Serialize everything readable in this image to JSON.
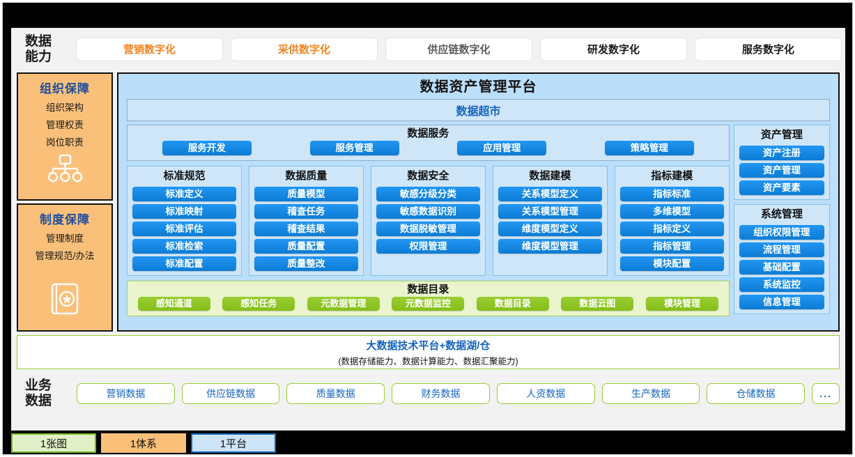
{
  "capability": {
    "title": "数据\n能力",
    "title_line1": "数据",
    "title_line2": "能力",
    "pills": [
      {
        "label": "营销数字化",
        "style": "orange"
      },
      {
        "label": "采供数字化",
        "style": "orange"
      },
      {
        "label": "供应链数字化",
        "style": "gray"
      },
      {
        "label": "研发数字化",
        "style": "dark"
      },
      {
        "label": "服务数字化",
        "style": "dark"
      }
    ]
  },
  "guarantees": [
    {
      "title": "组织保障",
      "items": [
        "组织架构",
        "管理权责",
        "岗位职责"
      ],
      "icon": "org-chart-icon"
    },
    {
      "title": "制度保障",
      "items": [
        "管理制度",
        "管理规范/办法"
      ],
      "icon": "policy-badge-icon"
    }
  ],
  "platform": {
    "title": "数据资产管理平台",
    "supermarket": "数据超市",
    "service": {
      "title": "数据服务",
      "buttons": [
        "服务开发",
        "服务管理",
        "应用管理",
        "策略管理"
      ]
    },
    "columns": [
      {
        "title": "标准规范",
        "items": [
          "标准定义",
          "标准映射",
          "标准评估",
          "标准检索",
          "标准配置"
        ]
      },
      {
        "title": "数据质量",
        "items": [
          "质量模型",
          "稽查任务",
          "稽查结果",
          "质量配置",
          "质量整改"
        ]
      },
      {
        "title": "数据安全",
        "items": [
          "敏感分级分类",
          "敏感数据识别",
          "数据脱敏管理",
          "权限管理"
        ]
      },
      {
        "title": "数据建模",
        "items": [
          "关系模型定义",
          "关系模型管理",
          "维度模型定义",
          "维度模型管理"
        ]
      },
      {
        "title": "指标建模",
        "items": [
          "指标标准",
          "多维模型",
          "指标定义",
          "指标管理",
          "模块配置"
        ]
      }
    ],
    "catalog": {
      "title": "数据目录",
      "buttons": [
        "感知通道",
        "感知任务",
        "元数据管理",
        "元数据监控",
        "数据目录",
        "数据云图",
        "模块管理"
      ]
    },
    "management": [
      {
        "title": "资产管理",
        "items": [
          "资产注册",
          "资产管理",
          "资产要素"
        ]
      },
      {
        "title": "系统管理",
        "items": [
          "组织权限管理",
          "流程管理",
          "基础配置",
          "系统监控",
          "信息管理"
        ]
      }
    ]
  },
  "bigdata": {
    "line1": "大数据技术平台+数据湖/仓",
    "line2": "(数据存储能力、数据计算能力、数据汇聚能力)"
  },
  "business": {
    "title_line1": "业务",
    "title_line2": "数据",
    "pills": [
      "营销数据",
      "供应链数据",
      "质量数据",
      "财务数据",
      "人资数据",
      "生产数据",
      "仓储数据"
    ],
    "more": "..."
  },
  "legend": [
    {
      "label": "1张图",
      "color": "#E2F0C7"
    },
    {
      "label": "1体系",
      "color": "#FAC07A"
    },
    {
      "label": "1平台",
      "color": "#CDE3F7"
    }
  ],
  "colors": {
    "accent_blue": "#1565C0",
    "button_blue": "#0D7CD4",
    "button_green": "#9ACD32",
    "orange_panel": "#FAC07A",
    "platform_bg": "#BBDEFB"
  }
}
